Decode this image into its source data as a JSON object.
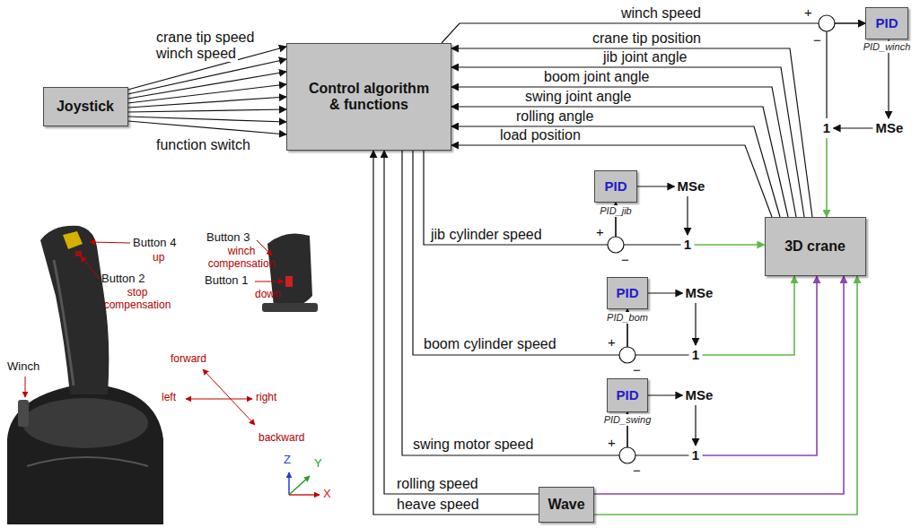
{
  "diagram": {
    "nodes": [
      {
        "text": [
          "Joystick"
        ]
      },
      {
        "text": [
          "Control algorithm & functions"
        ]
      },
      {
        "text": [
          "PID"
        ]
      },
      {
        "text": [
          "MSe"
        ]
      },
      {
        "text": [
          "1"
        ]
      },
      {
        "text": [
          "3D crane"
        ]
      },
      {
        "text": [
          "PID"
        ]
      },
      {
        "text": [
          "MSe"
        ]
      },
      {
        "text": [
          "1"
        ]
      },
      {
        "text": [
          "PID"
        ]
      },
      {
        "text": [
          "MSe"
        ]
      },
      {
        "text": [
          "1"
        ]
      },
      {
        "text": [
          "PID"
        ]
      },
      {
        "text": [
          "MSe"
        ]
      },
      {
        "text": [
          "1"
        ]
      },
      {
        "text": [
          "Wave"
        ]
      }
    ],
    "edges": [
      {
        "from": 0,
        "to": 1,
        "arrow": "to",
        "label": "crane tip speed"
      },
      {
        "from": 0,
        "to": 1,
        "arrow": "to",
        "label": "winch speed"
      },
      {
        "from": 0,
        "to": 1,
        "arrow": "to"
      },
      {
        "from": 0,
        "to": 1,
        "arrow": "to"
      },
      {
        "from": 0,
        "to": 1,
        "arrow": "to"
      },
      {
        "from": 0,
        "to": 1,
        "arrow": "to"
      },
      {
        "from": 0,
        "to": 1,
        "arrow": "to"
      },
      {
        "from": 0,
        "to": 1,
        "arrow": "to",
        "label": "function switch"
      },
      {
        "from": 1,
        "to": 2,
        "arrow": "to",
        "label": "winch speed"
      },
      {
        "from": 5,
        "to": 1,
        "arrow": "to",
        "label": "crane tip position"
      },
      {
        "from": 5,
        "to": 1,
        "arrow": "to",
        "label": "jib joint angle"
      },
      {
        "from": 5,
        "to": 1,
        "arrow": "to",
        "label": "boom joint angle"
      },
      {
        "from": 5,
        "to": 1,
        "arrow": "to",
        "label": "swing joint angle"
      },
      {
        "from": 5,
        "to": 1,
        "arrow": "to",
        "label": "rolling angle"
      },
      {
        "from": 5,
        "to": 1,
        "arrow": "to",
        "label": "load position"
      },
      {
        "from": 4,
        "to": 2,
        "arrow": "to"
      },
      {
        "from": 2,
        "to": 3,
        "arrow": "to"
      },
      {
        "from": 3,
        "to": 4,
        "arrow": "to"
      },
      {
        "from": 4,
        "to": 5,
        "arrow": "to"
      },
      {
        "from": 1,
        "to": 6,
        "arrow": "to",
        "label": "jib cylinder speed"
      },
      {
        "from": 8,
        "to": 6,
        "arrow": "to"
      },
      {
        "from": 6,
        "to": 7,
        "arrow": "to"
      },
      {
        "from": 7,
        "to": 8,
        "arrow": "to"
      },
      {
        "from": 8,
        "to": 5,
        "arrow": "to"
      },
      {
        "from": 1,
        "to": 9,
        "arrow": "to",
        "label": "boom cylinder speed"
      },
      {
        "from": 11,
        "to": 9,
        "arrow": "to"
      },
      {
        "from": 9,
        "to": 10,
        "arrow": "to"
      },
      {
        "from": 10,
        "to": 11,
        "arrow": "to"
      },
      {
        "from": 11,
        "to": 5,
        "arrow": "to"
      },
      {
        "from": 1,
        "to": 12,
        "arrow": "to",
        "label": "swing motor speed"
      },
      {
        "from": 14,
        "to": 12,
        "arrow": "to"
      },
      {
        "from": 12,
        "to": 13,
        "arrow": "to"
      },
      {
        "from": 13,
        "to": 14,
        "arrow": "to"
      },
      {
        "from": 14,
        "to": 5,
        "arrow": "to"
      },
      {
        "from": 15,
        "to": 1,
        "arrow": "to",
        "label": "rolling speed"
      },
      {
        "from": 15,
        "to": 1,
        "arrow": "to",
        "label": "heave speed"
      },
      {
        "from": 15,
        "to": 5,
        "arrow": "to"
      },
      {
        "from": 15,
        "to": 5,
        "arrow": "to"
      }
    ],
    "labels": [
      "+",
      "−",
      "+",
      "−",
      "+",
      "−",
      "+",
      "−",
      "PID_winch",
      "PID_jib",
      "PID_bom",
      "PID_swing",
      "Button 4",
      "up",
      "Button 2",
      "stop compensation",
      "Button 3",
      "winch compensation",
      "Button 1",
      "down",
      "Winch",
      "forward",
      "left",
      "right",
      "backward",
      "Z",
      "Y",
      "X"
    ]
  }
}
